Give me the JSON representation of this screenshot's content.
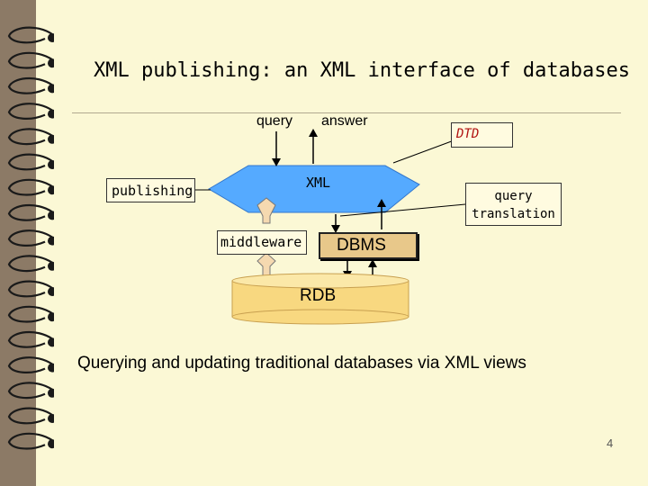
{
  "title": "XML publishing: an XML interface of databases",
  "labels": {
    "query": "query",
    "answer": "answer",
    "dtd": "DTD",
    "xml": "XML",
    "publishing": "publishing",
    "query_translation_1": "query",
    "query_translation_2": "translation",
    "middleware": "middleware",
    "dbms": "DBMS",
    "rdb": "RDB"
  },
  "caption": "Querying and updating traditional databases via XML views",
  "page_number": "4",
  "colors": {
    "page_bg": "#fbf8d5",
    "frame_bg": "#8c7a66",
    "xml_hexagon": "#55aaff",
    "box_fill": "#fffbe0",
    "dbms_fill": "#e8c88a",
    "rdb_fill": "#f8d880",
    "arrow_fill": "#f5d9b0",
    "dtd_text": "#b01010"
  }
}
